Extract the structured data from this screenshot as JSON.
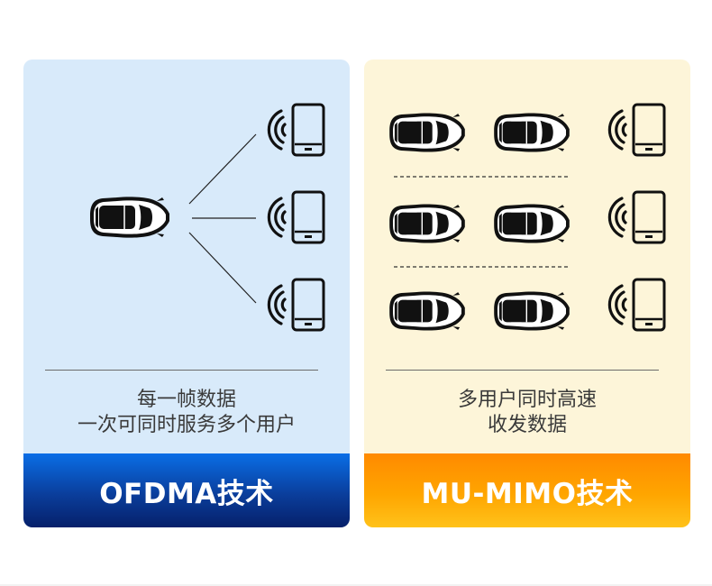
{
  "panels": {
    "ofdma": {
      "description_lines": [
        "每一帧数据",
        "一次可同时服务多个用户"
      ],
      "title": "OFDMA技术"
    },
    "mu_mimo": {
      "description_lines": [
        "多用户同时高速",
        "收发数据"
      ],
      "title": "MU-MIMO技术"
    }
  },
  "icons": [
    "car-icon",
    "phone-icon",
    "wifi-signal-icon"
  ],
  "colors": {
    "ofdma_bg": "#d8eafa",
    "mu_mimo_bg": "#fdf5d9",
    "ofdma_bar_top": "#0a6ee6",
    "ofdma_bar_bottom": "#06206a",
    "mu_mimo_bar_top": "#ff8a00",
    "mu_mimo_bar_bottom": "#ffc21a"
  }
}
